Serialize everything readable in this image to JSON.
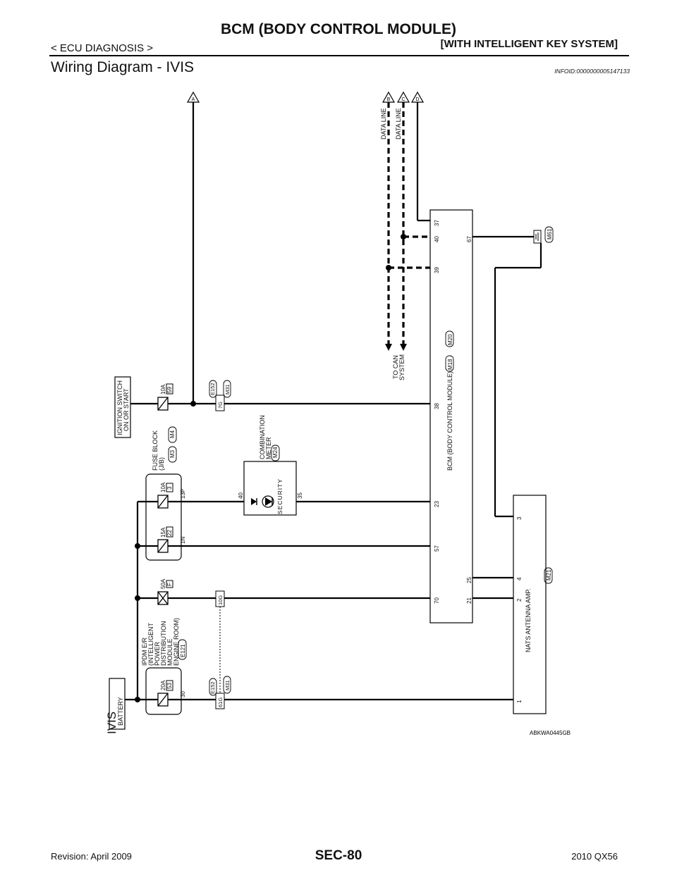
{
  "header": {
    "title": "BCM (BODY CONTROL MODULE)",
    "left": "< ECU DIAGNOSIS >",
    "right": "[WITH INTELLIGENT KEY SYSTEM]"
  },
  "section": {
    "title": "Wiring Diagram - IVIS",
    "info_id": "INFOID:0000000005147133"
  },
  "diagram": {
    "title": "IVIS",
    "drawing_code": "ABKWA0445GB",
    "battery_label": "BATTERY",
    "ignition_switch": [
      "IGNITION SWITCH",
      "ON OR START"
    ],
    "ipdm_label": [
      "IPDM E/R",
      "(INTELLIGENT",
      "POWER",
      "DISTRIBUTION",
      "MODULE",
      "ENGINE ROOM)"
    ],
    "ipdm_connector": "E121",
    "fuse_block_label": [
      "FUSE BLOCK",
      "(J/B)"
    ],
    "fuse_block_connectors": [
      "M3",
      "M4"
    ],
    "fuses": {
      "f20a": [
        "20A",
        "53"
      ],
      "f50a": [
        "50A",
        "F"
      ],
      "f15a": [
        "15A",
        "22"
      ],
      "f10a_jb": [
        "10A",
        "3"
      ],
      "f10a_ign": [
        "10A",
        "59"
      ]
    },
    "terminals": {
      "t30": "30",
      "t1n": "1N",
      "t13p": "13P",
      "t61g": "61G",
      "t10g": "10G",
      "t7g": "7G"
    },
    "connectors": {
      "e152_a": "E152",
      "m31_a": "M31",
      "e152_b": "E152",
      "m31_b": "M31"
    },
    "meter_label": [
      "COMBINATION",
      "METER"
    ],
    "meter_connector": "M24",
    "meter_pins": [
      "40",
      "35"
    ],
    "meter_text": "SECURITY",
    "bcm_label": "BCM (BODY CONTROL MODULE)",
    "bcm_connectors": [
      "M18",
      "M20"
    ],
    "bcm_pins": {
      "p70": "70",
      "p21": "21",
      "p25": "25",
      "p57": "57",
      "p23": "23",
      "p38": "38",
      "p39": "39",
      "p40": "40",
      "p37": "37",
      "p67": "67"
    },
    "can_label": [
      "TO CAN",
      "SYSTEM"
    ],
    "data_line": "DATA LINE",
    "nats_label": "NATS ANTENNA AMP.",
    "nats_connector": "M21",
    "nats_pins": [
      "1",
      "2",
      "4",
      "3"
    ],
    "ground_connector": "M61",
    "connection_letters": [
      "A",
      "B",
      "C",
      "D"
    ]
  },
  "footer": {
    "revision": "Revision: April 2009",
    "page": "SEC-80",
    "model": "2010 QX56"
  }
}
